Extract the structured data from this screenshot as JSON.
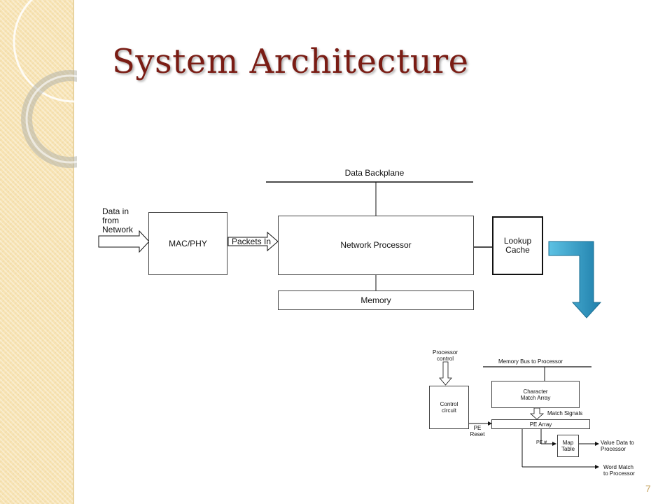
{
  "slide": {
    "title": "System Architecture",
    "page_number": "7"
  },
  "top_diagram": {
    "data_in_label": "Data in\nfrom\nNetwork",
    "mac_phy": "MAC/PHY",
    "packets_in": "Packets In",
    "network_processor": "Network Processor",
    "data_backplane": "Data Backplane",
    "memory": "Memory",
    "lookup_cache": "Lookup\nCache"
  },
  "bottom_diagram": {
    "processor_control": "Processor\ncontrol",
    "control_circuit": "Control\ncircuit",
    "memory_bus": "Memory Bus to Processor",
    "character_match_array": "Character\nMatch Array",
    "match_signals": "Match Signals",
    "pe_array": "PE Array",
    "pe_reset": "PE\nReset",
    "pe_num": "PE #",
    "map_table": "Map\nTable",
    "value_data": "Value Data to\nProcessor",
    "word_match": "Word Match\nto Processor"
  },
  "colors": {
    "title": "#7a1c14",
    "side_panel": "#f7e3b3",
    "arrow": "#2f95bf"
  }
}
